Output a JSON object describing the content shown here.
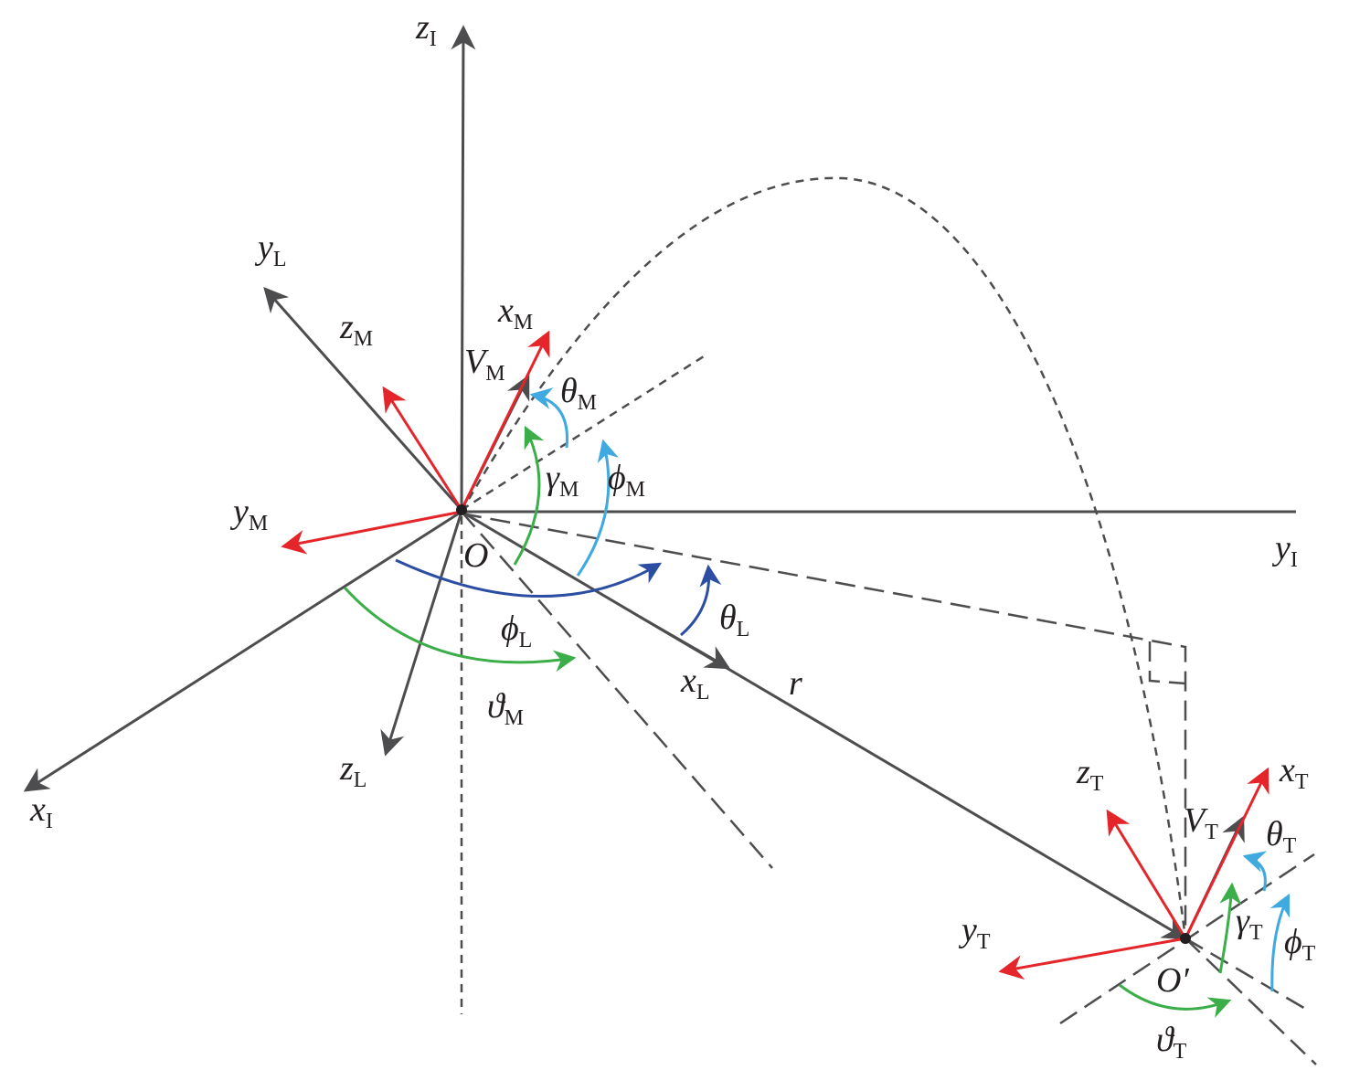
{
  "labels": {
    "zI": {
      "main": "z",
      "sub": "I"
    },
    "yI": {
      "main": "y",
      "sub": "I"
    },
    "xI": {
      "main": "x",
      "sub": "I"
    },
    "yL": {
      "main": "y",
      "sub": "L"
    },
    "zL": {
      "main": "z",
      "sub": "L"
    },
    "xL": {
      "main": "x",
      "sub": "L"
    },
    "zM": {
      "main": "z",
      "sub": "M"
    },
    "yM": {
      "main": "y",
      "sub": "M"
    },
    "xM": {
      "main": "x",
      "sub": "M"
    },
    "VM": {
      "main": "V",
      "sub": "M"
    },
    "thetaM": {
      "main": "θ",
      "sub": "M"
    },
    "gammaM": {
      "main": "γ",
      "sub": "M"
    },
    "phiM": {
      "main": "ϕ",
      "sub": "M"
    },
    "phiL": {
      "main": "ϕ",
      "sub": "L"
    },
    "thetaL": {
      "main": "θ",
      "sub": "L"
    },
    "varthetaM": {
      "main": "ϑ",
      "sub": "M"
    },
    "origin": {
      "main": "O"
    },
    "r": {
      "main": "r"
    },
    "zT": {
      "main": "z",
      "sub": "T"
    },
    "xT": {
      "main": "x",
      "sub": "T"
    },
    "yT": {
      "main": "y",
      "sub": "T"
    },
    "VT": {
      "main": "V",
      "sub": "T"
    },
    "thetaT": {
      "main": "θ",
      "sub": "T"
    },
    "gammaT": {
      "main": "γ",
      "sub": "T"
    },
    "phiT": {
      "main": "ϕ",
      "sub": "T"
    },
    "varthetaT": {
      "main": "ϑ",
      "sub": "T"
    },
    "targetOrigin": {
      "main": "O′"
    }
  },
  "colors": {
    "axis": "#4d4d4f",
    "body_axes": "#e4252a",
    "green_angle": "#3bae49",
    "light_blue_angle": "#3fa9e0",
    "dark_blue_angle": "#2b4ea2"
  }
}
